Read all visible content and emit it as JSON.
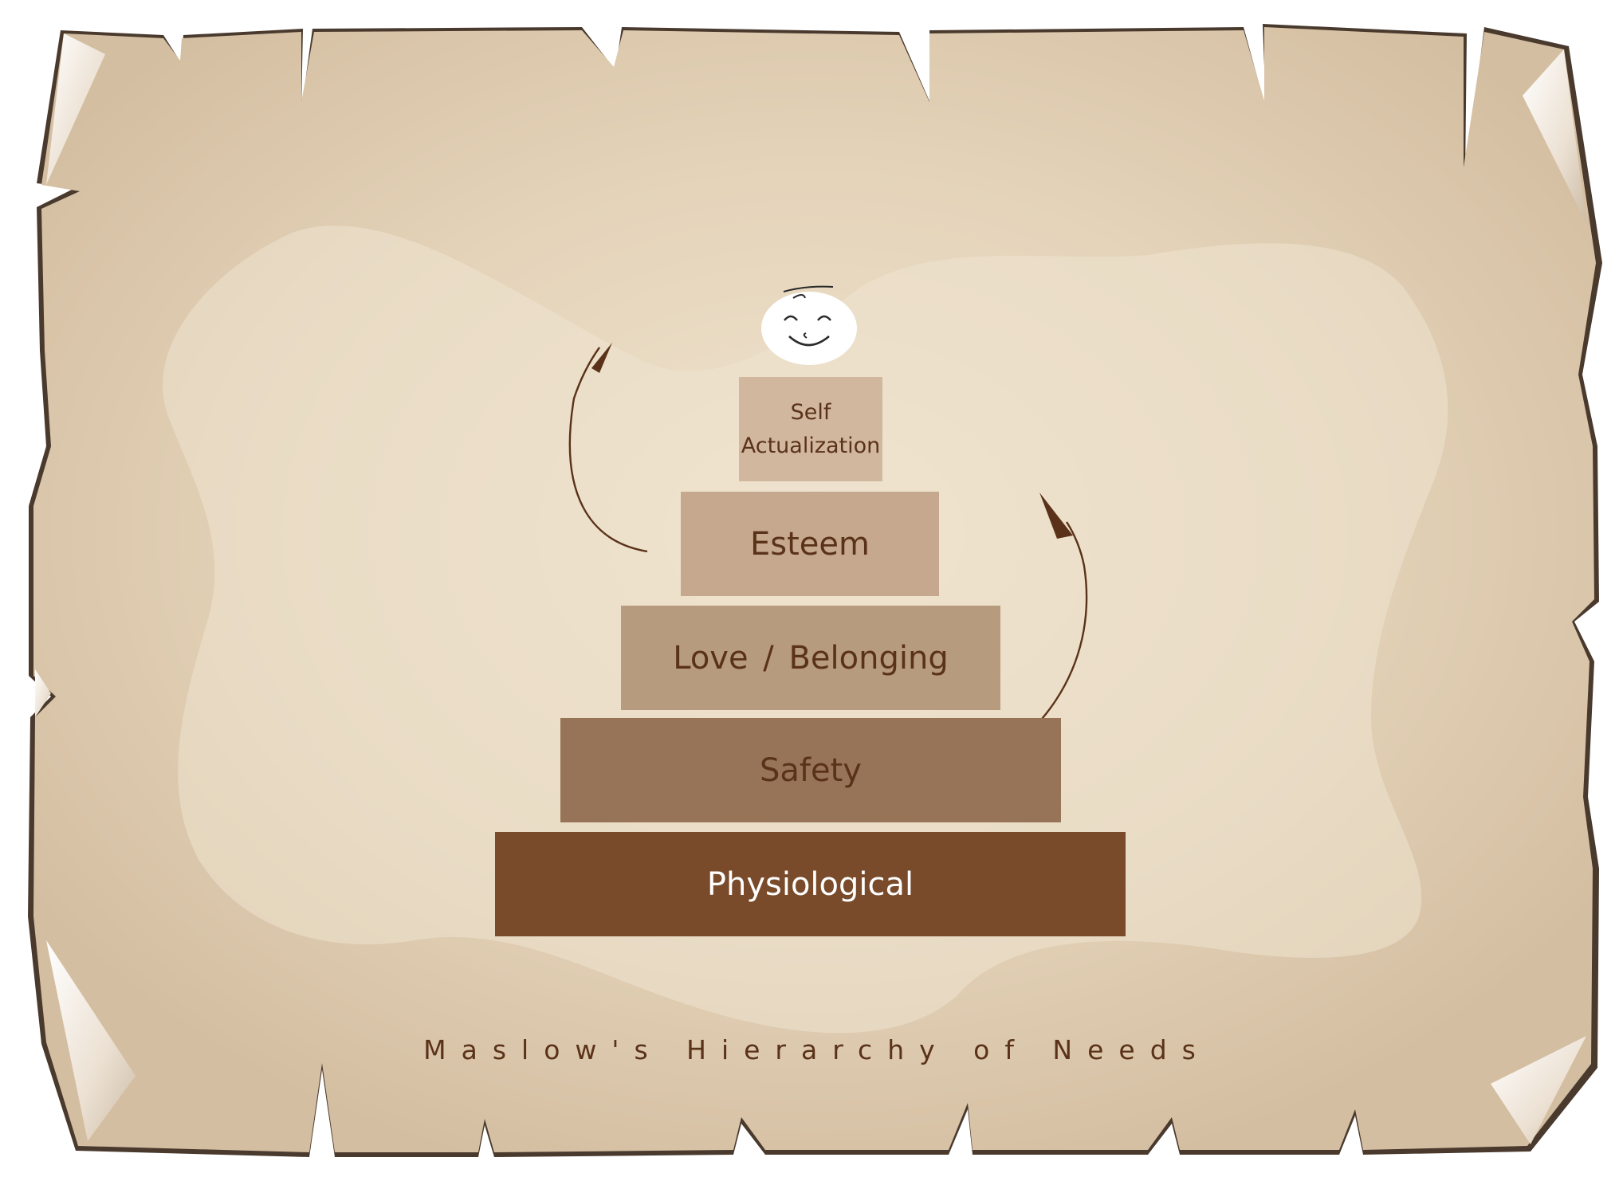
{
  "title": "Maslow's Hierarchy of Needs",
  "tiers": [
    {
      "label": "Self\nActualization"
    },
    {
      "label": "Esteem"
    },
    {
      "label": "Love / Belonging"
    },
    {
      "label": "Safety"
    },
    {
      "label": "Physiological"
    }
  ],
  "colors": {
    "paper": "#dcc7ab",
    "paper_light": "#efe2ce",
    "paper_edge": "#4a3a2e",
    "tier_self": "#d1b79e",
    "tier_esteem": "#c5a88e",
    "tier_love": "#b79b7f",
    "tier_safety": "#977357",
    "tier_physio": "#794b2a",
    "text_dark": "#5a3219",
    "text_light": "#ffffff",
    "arrow": "#5a3219"
  },
  "icons": {
    "top": "smiling-face-icon",
    "arrows": "curved-arrow-icon"
  }
}
